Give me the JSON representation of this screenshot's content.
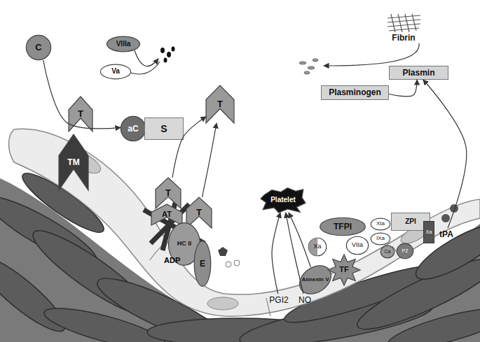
{
  "diagram": {
    "nodes": [
      {
        "text": [
          "Fibrin"
        ]
      },
      {
        "text": [
          "Plasmin"
        ]
      },
      {
        "text": [
          "Plasminogen"
        ]
      },
      {
        "text": [
          "C"
        ]
      },
      {
        "text": [
          "VIIIa"
        ]
      },
      {
        "text": [
          "Va"
        ]
      },
      {
        "text": [
          "T"
        ]
      },
      {
        "text": [
          "TM"
        ]
      },
      {
        "text": [
          "aC"
        ]
      },
      {
        "text": [
          "S"
        ]
      },
      {
        "text": [
          "T"
        ]
      },
      {
        "text": [
          "T"
        ]
      },
      {
        "text": [
          "T"
        ]
      },
      {
        "text": [
          "AT"
        ]
      },
      {
        "text": [
          "HC II"
        ]
      },
      {
        "text": [
          "E"
        ]
      },
      {
        "text": [
          "Platelet"
        ]
      },
      {
        "text": [
          "PGI2"
        ]
      },
      {
        "text": [
          "NO"
        ]
      },
      {
        "text": [
          "Annexin V"
        ]
      },
      {
        "text": [
          "TFPI"
        ]
      },
      {
        "text": [
          "Xa"
        ]
      },
      {
        "text": [
          "VIIa"
        ]
      },
      {
        "text": [
          "TF"
        ]
      },
      {
        "text": [
          "XIa"
        ]
      },
      {
        "text": [
          "ZPI"
        ]
      },
      {
        "text": [
          "IXa"
        ]
      },
      {
        "text": [
          "Ca"
        ]
      },
      {
        "text": [
          "PZ"
        ]
      },
      {
        "text": [
          "Xa"
        ]
      },
      {
        "text": [
          "tPA"
        ]
      }
    ],
    "edges": [
      {
        "from": 3,
        "to": 8,
        "arrow": "to"
      },
      {
        "from": 11,
        "to": 10,
        "arrow": "to"
      },
      {
        "from": 12,
        "to": 10,
        "arrow": "to"
      },
      {
        "from": 17,
        "to": 16,
        "arrow": "to"
      },
      {
        "from": 18,
        "to": 16,
        "arrow": "to"
      },
      {
        "from": 19,
        "to": 16,
        "arrow": "to"
      },
      {
        "from": 2,
        "to": 1,
        "arrow": "to"
      },
      {
        "from": 30,
        "to": 1,
        "arrow": "to"
      }
    ],
    "labels": [
      "ADP"
    ]
  }
}
